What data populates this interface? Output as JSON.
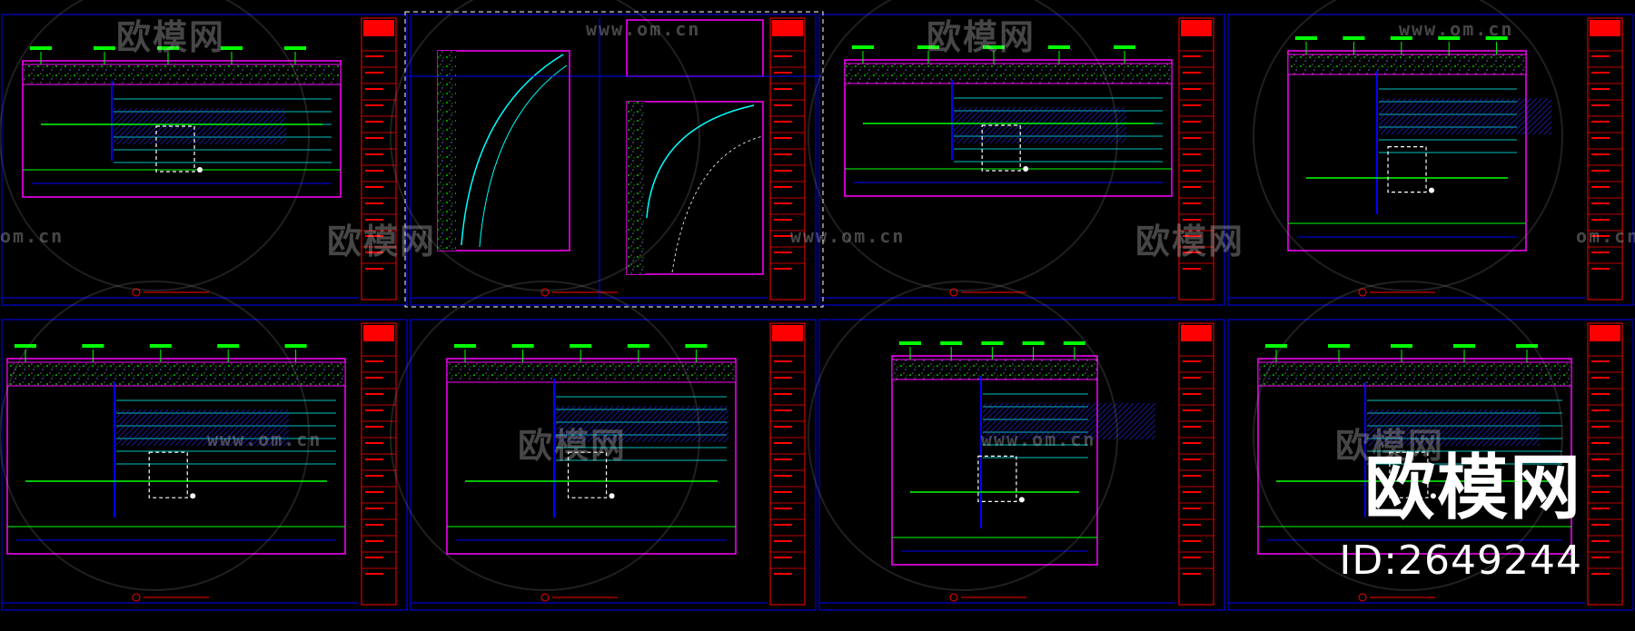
{
  "watermark": {
    "logo_text": "欧模网",
    "url_text": "www.om.cn",
    "url_partial": "om.cn"
  },
  "brand": {
    "name": "欧模网",
    "id_text": "ID:2649244"
  },
  "colors": {
    "background": "#000000",
    "frame": "#0000ff",
    "border": "#ff00ff",
    "concrete": "#00ff00",
    "dimension": "#00ff00",
    "structure": "#00ffff",
    "titleblock": "#ff0000",
    "hatch": "#3c3cff",
    "selection": "#ffffff"
  },
  "sheets": {
    "count": 8,
    "layout": "2 rows x 4 columns"
  }
}
